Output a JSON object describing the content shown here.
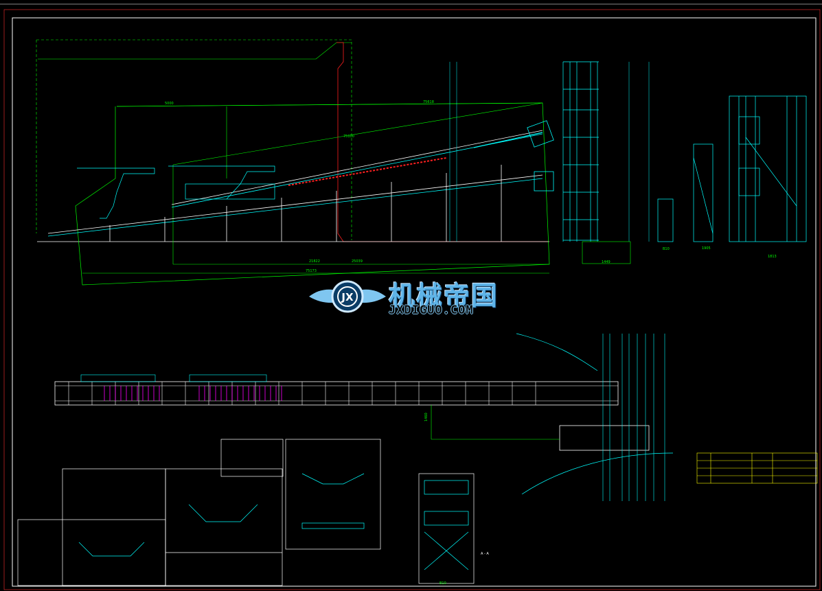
{
  "watermark": {
    "chinese": "机械帝国",
    "english": "JXDIGUO.COM",
    "logo_letters": "JX",
    "colors": {
      "primary": "#5fb4e8",
      "dark": "#0a3c66"
    }
  },
  "drawing": {
    "background": "#000000",
    "colors": {
      "frame": "#ffffff",
      "cyan": "#00ffff",
      "green": "#00ff00",
      "red": "#ff0000",
      "magenta": "#ff00ff",
      "yellow": "#ffff00"
    },
    "section_label": "A - A",
    "dims": {
      "top_left": "5000",
      "top_right": "75618",
      "mid_right": "75100",
      "bottom_a": "21822",
      "bottom_b": "25039",
      "bottom_c": "75173",
      "tower_width": "1449",
      "mid_col_width": "1905",
      "right_col_width": "1813",
      "base_width": "B10",
      "plan_vertical": "1460"
    }
  }
}
